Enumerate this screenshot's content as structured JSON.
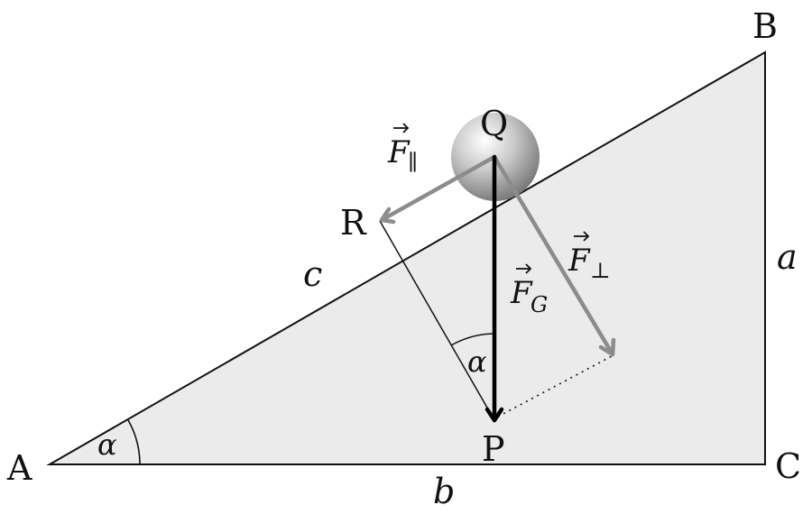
{
  "points": {
    "A": "A",
    "B": "B",
    "C": "C",
    "P": "P",
    "Q": "Q",
    "R": "R"
  },
  "sides": {
    "a": "a",
    "b": "b",
    "c": "c"
  },
  "angles": {
    "alpha_base": "α",
    "alpha_force": "α"
  },
  "forces": {
    "parallel": {
      "symbol": "F",
      "subscript": "∥"
    },
    "gravity": {
      "symbol": "F",
      "subscript": "G"
    },
    "perpendicular": {
      "symbol": "F",
      "subscript": "⊥"
    }
  },
  "colors": {
    "incline_fill": "#ebebeb",
    "outline": "#111111",
    "component_arrow": "#8c8c8c",
    "gravity_arrow": "#000000"
  }
}
